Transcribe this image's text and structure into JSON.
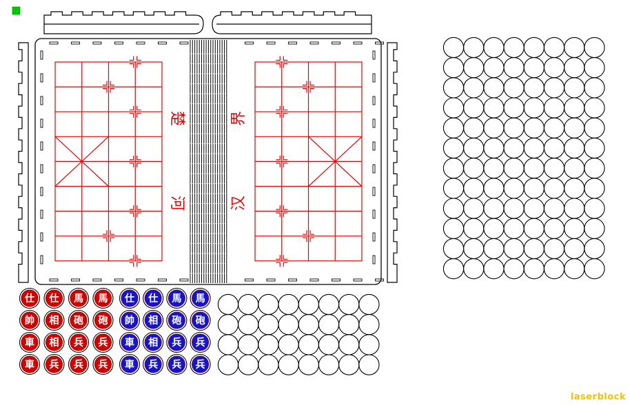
{
  "colors": {
    "outline": "#000000",
    "board_grid": "#e60000",
    "piece_red": "#d40000",
    "piece_blue": "#1414d2",
    "marker": "#00c800",
    "watermark": "#f2c200"
  },
  "board": {
    "left_river_chars": [
      "楚",
      "河"
    ],
    "right_river_chars": [
      "汉",
      "界"
    ]
  },
  "pieces": {
    "red": [
      [
        "仕",
        "仕",
        "馬",
        "馬"
      ],
      [
        "帥",
        "相",
        "砲",
        "砲"
      ],
      [
        "車",
        "相",
        "兵",
        "兵"
      ],
      [
        "車",
        "兵",
        "兵",
        "兵"
      ]
    ],
    "blue": [
      [
        "仕",
        "仕",
        "馬",
        "馬"
      ],
      [
        "帥",
        "相",
        "砲",
        "砲"
      ],
      [
        "車",
        "相",
        "兵",
        "兵"
      ],
      [
        "車",
        "兵",
        "兵",
        "兵"
      ]
    ]
  },
  "blank_circles": {
    "large_grid": {
      "columns": 8,
      "rows": 12
    },
    "small_grid": {
      "columns": 8,
      "rows": 4
    }
  },
  "watermark": "laserblock"
}
